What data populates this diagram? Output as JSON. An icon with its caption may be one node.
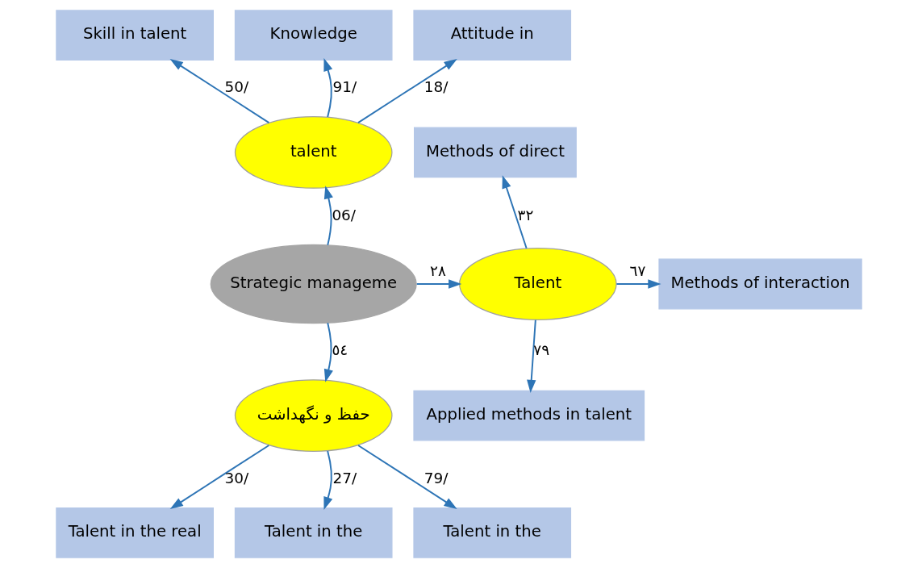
{
  "diagram": {
    "nodes": [
      {
        "text": [
          "Skill in talent"
        ]
      },
      {
        "text": [
          "Knowledge"
        ]
      },
      {
        "text": [
          "Attitude in"
        ]
      },
      {
        "text": [
          "talent"
        ]
      },
      {
        "text": [
          "Methods of direct"
        ]
      },
      {
        "text": [
          "Methods of interaction"
        ]
      },
      {
        "text": [
          "Applied methods in talent"
        ]
      },
      {
        "text": [
          "Talent"
        ]
      },
      {
        "text": [
          "Strategic manageme"
        ]
      },
      {
        "text": [
          "حفظ و نگهداشت"
        ]
      },
      {
        "text": [
          "Talent in the real"
        ]
      },
      {
        "text": [
          "Talent in the"
        ]
      },
      {
        "text": [
          "Talent in the"
        ]
      }
    ],
    "edges": [
      {
        "from": 3,
        "to": 0,
        "arrow": "to",
        "label": "50/"
      },
      {
        "from": 3,
        "to": 1,
        "arrow": "to",
        "label": "91/"
      },
      {
        "from": 3,
        "to": 2,
        "arrow": "to",
        "label": "18/"
      },
      {
        "from": 8,
        "to": 3,
        "arrow": "to",
        "label": "06/"
      },
      {
        "from": 7,
        "to": 4,
        "arrow": "to",
        "label": "٣٢"
      },
      {
        "from": 7,
        "to": 5,
        "arrow": "to",
        "label": "٦٧"
      },
      {
        "from": 7,
        "to": 6,
        "arrow": "to",
        "label": "٧٩"
      },
      {
        "from": 8,
        "to": 7,
        "arrow": "to",
        "label": "٢٨"
      },
      {
        "from": 8,
        "to": 9,
        "arrow": "to",
        "label": "٥٤"
      },
      {
        "from": 9,
        "to": 10,
        "arrow": "to",
        "label": "30/"
      },
      {
        "from": 9,
        "to": 11,
        "arrow": "to",
        "label": "27/"
      },
      {
        "from": 9,
        "to": 12,
        "arrow": "to",
        "label": "79/"
      }
    ]
  }
}
